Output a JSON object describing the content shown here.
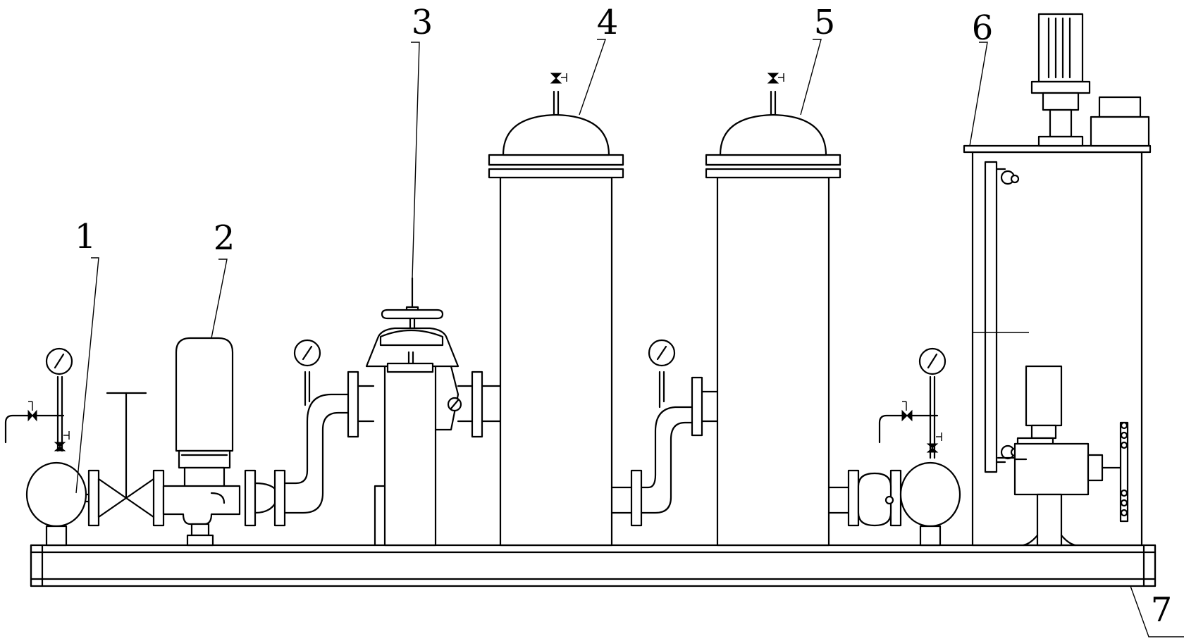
{
  "diagram": {
    "callouts": [
      {
        "id": "1",
        "label": "1"
      },
      {
        "id": "2",
        "label": "2"
      },
      {
        "id": "3",
        "label": "3"
      },
      {
        "id": "4",
        "label": "4"
      },
      {
        "id": "5",
        "label": "5"
      },
      {
        "id": "6",
        "label": "6"
      },
      {
        "id": "7",
        "label": "7"
      }
    ],
    "line_color": "#000000",
    "background_color": "#ffffff"
  }
}
